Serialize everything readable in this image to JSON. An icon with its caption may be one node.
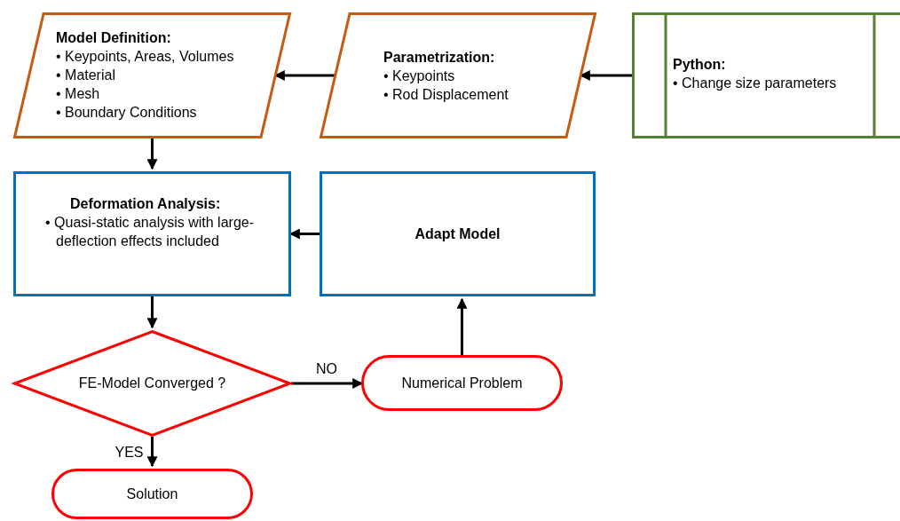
{
  "diagram": {
    "nodes": [
      {
        "text": [
          "Model Definition:",
          "• Keypoints, Areas, Volumes",
          "• Material",
          "• Mesh",
          "• Boundary Conditions"
        ]
      },
      {
        "text": [
          "Parametrization:",
          "• Keypoints",
          "• Rod Displacement"
        ]
      },
      {
        "text": [
          "Python:",
          "• Change size parameters"
        ]
      },
      {
        "text": [
          "Deformation Analysis:",
          "• Quasi-static analysis with large-deflection effects included"
        ]
      },
      {
        "text": [
          "Adapt Model"
        ]
      },
      {
        "text": [
          "FE-Model Converged ?"
        ]
      },
      {
        "text": [
          "Numerical Problem"
        ]
      },
      {
        "text": [
          "Solution"
        ]
      }
    ],
    "edges": [
      {
        "from": 2,
        "to": 1,
        "arrow": "to"
      },
      {
        "from": 1,
        "to": 0,
        "arrow": "to"
      },
      {
        "from": 0,
        "to": 3,
        "arrow": "to"
      },
      {
        "from": 4,
        "to": 3,
        "arrow": "to"
      },
      {
        "from": 3,
        "to": 5,
        "arrow": "to"
      },
      {
        "from": 5,
        "to": 6,
        "arrow": "to",
        "label": "NO"
      },
      {
        "from": 6,
        "to": 4,
        "arrow": "to"
      },
      {
        "from": 5,
        "to": 7,
        "arrow": "to",
        "label": "YES"
      }
    ]
  }
}
